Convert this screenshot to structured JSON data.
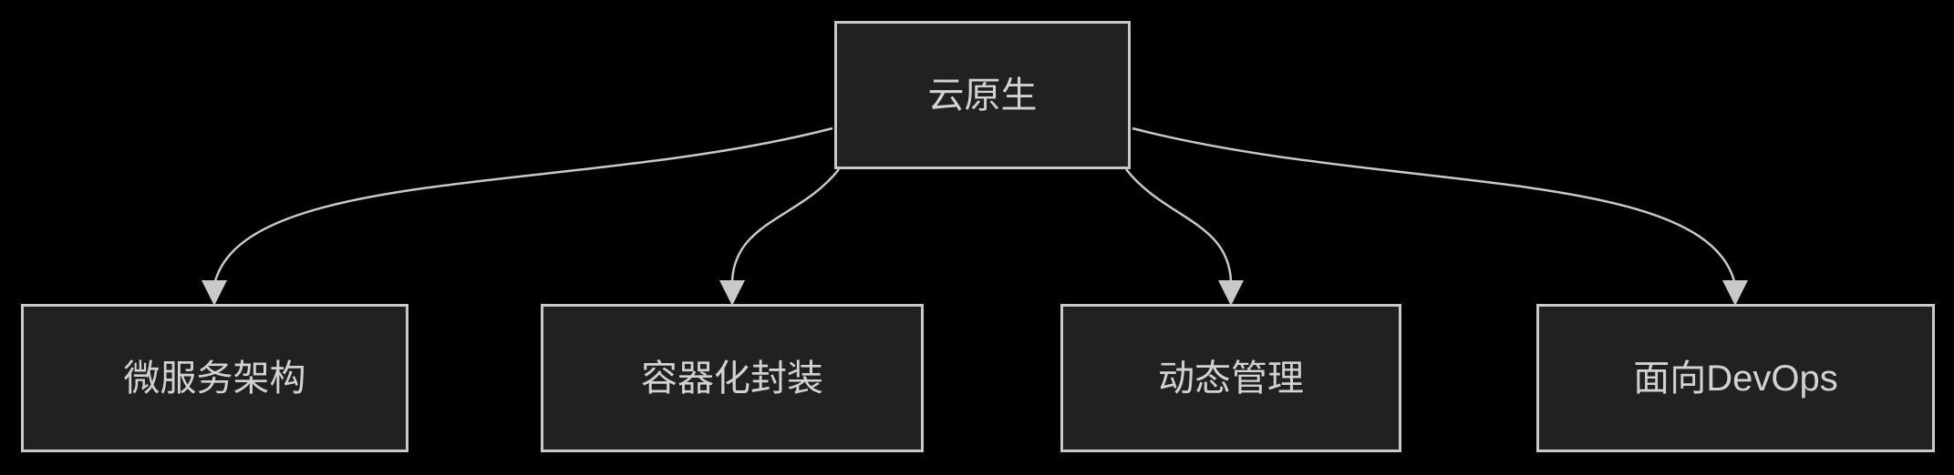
{
  "diagram": {
    "type": "flowchart",
    "direction": "top-down",
    "theme": "dark",
    "root": {
      "id": "cloud-native",
      "label": "云原生"
    },
    "children": [
      {
        "id": "microservices-architecture",
        "label": "微服务架构"
      },
      {
        "id": "containerized-packaging",
        "label": "容器化封装"
      },
      {
        "id": "dynamic-management",
        "label": "动态管理"
      },
      {
        "id": "devops-oriented",
        "label": "面向DevOps"
      }
    ],
    "edges": [
      {
        "from": "云原生",
        "to": "微服务架构",
        "arrow": "down"
      },
      {
        "from": "云原生",
        "to": "容器化封装",
        "arrow": "down"
      },
      {
        "from": "云原生",
        "to": "动态管理",
        "arrow": "down"
      },
      {
        "from": "云原生",
        "to": "面向DevOps",
        "arrow": "down"
      }
    ],
    "colors": {
      "background": "#000000",
      "node_fill": "#212121",
      "node_border": "#c9c9c9",
      "edge_stroke": "#c9c9c9",
      "text": "#d2d2d2"
    }
  }
}
